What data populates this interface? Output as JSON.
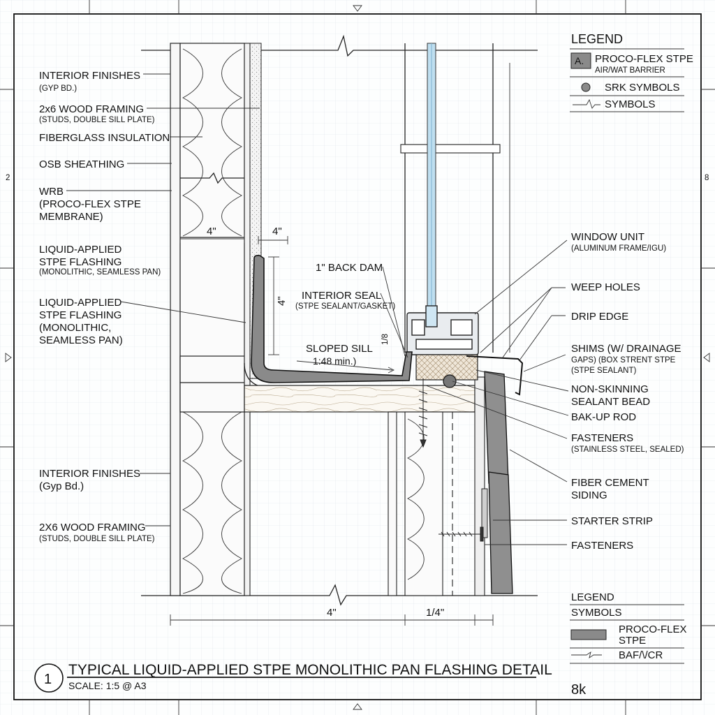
{
  "title_block": {
    "number": "1",
    "title": "TYPICAL LIQUID-APPLIED STPE MONOLITHIC PAN FLASHING DETAIL",
    "scale": "SCALE: 1:5 @ A3",
    "corner_note": "8k"
  },
  "border_marks": {
    "left": "2",
    "right": "8"
  },
  "legend_top": {
    "heading": "LEGEND",
    "items": [
      {
        "key": "A.",
        "label_1": "PROCO-FLEX STPE",
        "label_2": "AIR/WAT BARRIER"
      },
      {
        "label_1": "SRK SYMBOLS"
      },
      {
        "label_1": "SYMBOLS"
      }
    ]
  },
  "legend_bottom": {
    "heading": "LEGEND",
    "subheading": "SYMBOLS",
    "items": [
      {
        "label_1": "PROCO-FLEX",
        "label_2": "STPE"
      },
      {
        "label_1": "BAF/\\/CR"
      }
    ]
  },
  "left_labels": [
    {
      "main": "INTERIOR FINISHES",
      "sub": "(GYP BD.)"
    },
    {
      "main": "2x6 WOOD FRAMING",
      "sub": "(STUDS, DOUBLE SILL PLATE)"
    },
    {
      "main": "FIBERGLASS INSULATION"
    },
    {
      "main": "OSB SHEATHING"
    },
    {
      "line_1": "WRB",
      "line_2": "(PROCO-FLEX STPE",
      "line_3": "MEMBRANE)"
    },
    {
      "line_1": "LIQUID-APPLIED",
      "line_2": "STPE FLASHING",
      "sub": "(MONOLITHIC, SEAMLESS PAN)"
    },
    {
      "line_1": "LIQUID-APPLIED",
      "line_2": "STPE FLASHING",
      "line_3": "(MONOLITHIC,",
      "line_4": "SEAMLESS PAN)"
    },
    {
      "main": "INTERIOR FINISHES",
      "sub": "(Gyp Bd.)"
    },
    {
      "main": "2X6 WOOD FRAMING",
      "sub": "(STUDS, DOUBLE SILL PLATE)"
    }
  ],
  "center_labels": {
    "back_dam": "1\" BACK DAM",
    "interior_seal": "INTERIOR SEAL",
    "interior_seal_sub": "(STPE SEALANT/GASKET)",
    "sloped_sill": "SLOPED SILL",
    "sloped_sill_ratio": "1:48 min.)",
    "slope_tag": "1/8"
  },
  "right_labels": [
    {
      "main": "WINDOW UNIT",
      "sub": "(ALUMINUM FRAME/IGU)"
    },
    {
      "main": "WEEP HOLES"
    },
    {
      "main": "DRIP EDGE"
    },
    {
      "line_1": "SHIMS (W/ DRAINAGE",
      "line_2": "GAPS) (BOX STRENT STPE",
      "line_3": "(STPE SEALANT)"
    },
    {
      "line_1": "NON-SKINNING",
      "line_2": "SEALANT BEAD"
    },
    {
      "main": "BAK-UP ROD"
    },
    {
      "main": "FASTENERS",
      "sub": "(STAINLESS STEEL, SEALED)"
    },
    {
      "line_1": "FIBER CEMENT",
      "line_2": "SIDING"
    },
    {
      "main": "STARTER STRIP"
    },
    {
      "main": "FASTENERS"
    }
  ],
  "dimensions": {
    "top_left_width": "4\"",
    "top_right_width": "4\"",
    "vertical_height": "4\"",
    "bottom_width": "4\"",
    "bottom_gap": "1/4\""
  },
  "colors": {
    "membrane": "#8a8a8a",
    "glass": "#bfdff0",
    "grid": "#d6dde6",
    "line": "#222222"
  }
}
